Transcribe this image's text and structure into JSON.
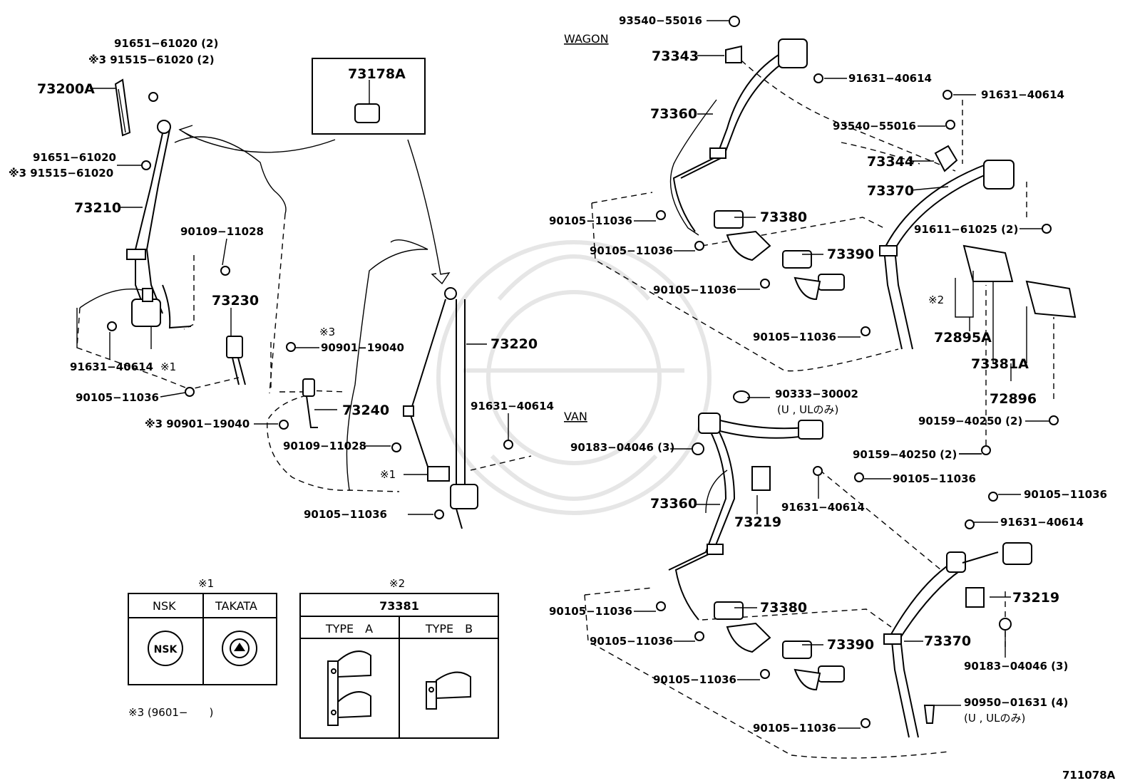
{
  "diagram_id": "711078A",
  "sections": {
    "wagon": "WAGON",
    "van": "VAN"
  },
  "notes": {
    "note3": "※3 (9601−　　)"
  },
  "table1": {
    "mark": "※1",
    "col1": "NSK",
    "col2": "TAKATA",
    "nsk_logo": "NSK"
  },
  "table2": {
    "mark": "※2",
    "title": "73381",
    "col1": "TYPE　A",
    "col2": "TYPE　B"
  },
  "labels": {
    "l_91651_61020_2": "91651−61020 (2)",
    "l_91515_61020_2": "※3 91515−61020 (2)",
    "l_73200A": "73200A",
    "l_73178A": "73178A",
    "l_91651_61020": "91651−61020",
    "l_91515_61020": "※3 91515−61020",
    "l_73210": "73210",
    "l_90109_11028_a": "90109−11028",
    "l_73230": "73230",
    "l_91631_40614_a": "91631−40614",
    "l_note1_a": "※1",
    "l_90105_11036_a": "90105−11036",
    "l_note3_b": "※3",
    "l_90901_19040_a": "90901−19040",
    "l_73240": "73240",
    "l_90901_19040_b": "※3 90901−19040",
    "l_90109_11028_b": "90109−11028",
    "l_note1_b": "※1",
    "l_73220": "73220",
    "l_91631_40614_b": "91631−40614",
    "l_90105_11036_b": "90105−11036",
    "w_93540_55016_a": "93540−55016",
    "w_73343": "73343",
    "w_91631_40614_a": "91631−40614",
    "w_91631_40614_b": "91631−40614",
    "w_73360": "73360",
    "w_93540_55016_b": "93540−55016",
    "w_73344": "73344",
    "w_73370": "73370",
    "w_90105_11036_a": "90105−11036",
    "w_73380": "73380",
    "w_91611_61025": "91611−61025 (2)",
    "w_90105_11036_b": "90105−11036",
    "w_73390": "73390",
    "w_90105_11036_c": "90105−11036",
    "w_note2": "※2",
    "w_90105_11036_d": "90105−11036",
    "w_72895A": "72895A",
    "w_73381A": "73381A",
    "w_72896": "72896",
    "w_90159_40250_a": "90159−40250 (2)",
    "v_90333_30002": "90333−30002",
    "v_90333_note": "(U , ULのみ)",
    "v_90183_04046_a": "90183−04046 (3)",
    "v_90159_40250_b": "90159−40250 (2)",
    "v_90105_11036_a": "90105−11036",
    "v_90105_11036_b": "90105−11036",
    "v_73360": "73360",
    "v_73219_a": "73219",
    "v_91631_40614_a": "91631−40614",
    "v_91631_40614_b": "91631−40614",
    "v_73219_b": "73219",
    "v_90105_11036_c": "90105−11036",
    "v_73380": "73380",
    "v_90105_11036_d": "90105−11036",
    "v_73390": "73390",
    "v_73370": "73370",
    "v_90183_04046_b": "90183−04046 (3)",
    "v_90105_11036_e": "90105−11036",
    "v_90950_01631": "90950−01631 (4)",
    "v_90950_note": "(U , ULのみ)",
    "v_90105_11036_f": "90105−11036"
  }
}
